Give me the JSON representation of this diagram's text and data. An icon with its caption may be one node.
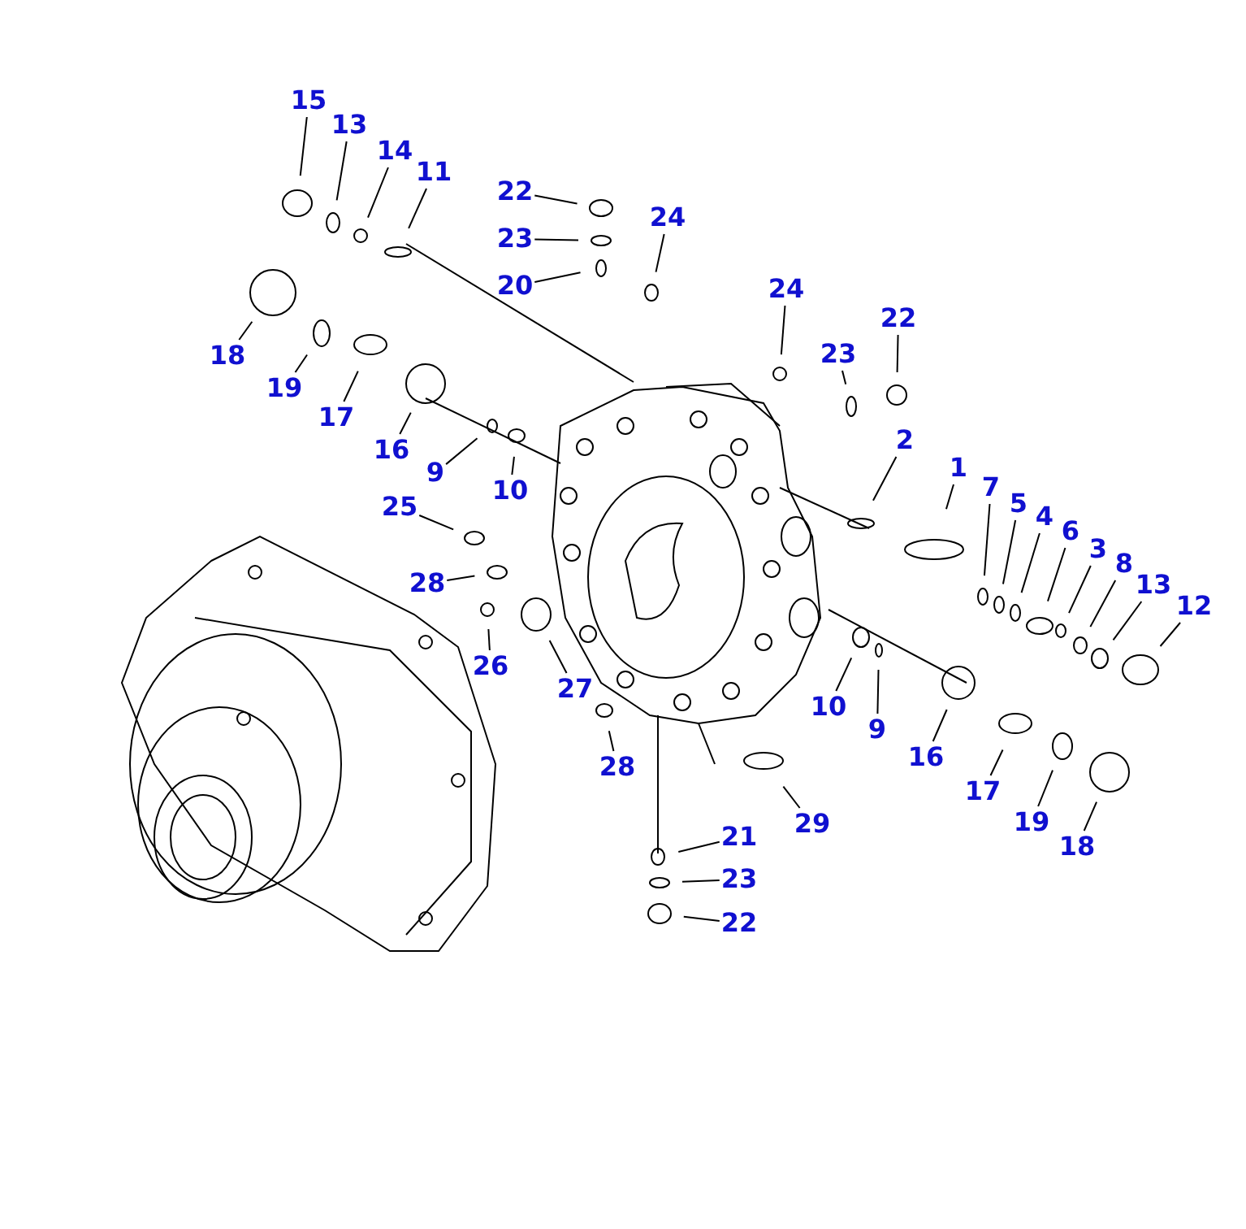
{
  "diagram": {
    "nodes": [
      {
        "text": [
          "15"
        ]
      },
      {
        "text": [
          "13"
        ]
      },
      {
        "text": [
          "14"
        ]
      },
      {
        "text": [
          "11"
        ]
      },
      {
        "text": [
          "22"
        ]
      },
      {
        "text": [
          "23"
        ]
      },
      {
        "text": [
          "24"
        ]
      },
      {
        "text": [
          "20"
        ]
      },
      {
        "text": [
          "24"
        ]
      },
      {
        "text": [
          "22"
        ]
      },
      {
        "text": [
          "23"
        ]
      },
      {
        "text": [
          "18"
        ]
      },
      {
        "text": [
          "19"
        ]
      },
      {
        "text": [
          "17"
        ]
      },
      {
        "text": [
          "16"
        ]
      },
      {
        "text": [
          "9"
        ]
      },
      {
        "text": [
          "10"
        ]
      },
      {
        "text": [
          "2"
        ]
      },
      {
        "text": [
          "1"
        ]
      },
      {
        "text": [
          "7"
        ]
      },
      {
        "text": [
          "5"
        ]
      },
      {
        "text": [
          "4"
        ]
      },
      {
        "text": [
          "6"
        ]
      },
      {
        "text": [
          "3"
        ]
      },
      {
        "text": [
          "8"
        ]
      },
      {
        "text": [
          "13"
        ]
      },
      {
        "text": [
          "12"
        ]
      },
      {
        "text": [
          "25"
        ]
      },
      {
        "text": [
          "28"
        ]
      },
      {
        "text": [
          "26"
        ]
      },
      {
        "text": [
          "27"
        ]
      },
      {
        "text": [
          "10"
        ]
      },
      {
        "text": [
          "9"
        ]
      },
      {
        "text": [
          "16"
        ]
      },
      {
        "text": [
          "28"
        ]
      },
      {
        "text": [
          "17"
        ]
      },
      {
        "text": [
          "19"
        ]
      },
      {
        "text": [
          "18"
        ]
      },
      {
        "text": [
          "29"
        ]
      },
      {
        "text": [
          "21"
        ]
      },
      {
        "text": [
          "23"
        ]
      },
      {
        "text": [
          "22"
        ]
      }
    ],
    "edges": [
      {
        "from": 0,
        "to": null,
        "arrow": "none"
      },
      {
        "from": 1,
        "to": null,
        "arrow": "none"
      },
      {
        "from": 2,
        "to": null,
        "arrow": "none"
      },
      {
        "from": 3,
        "to": null,
        "arrow": "none"
      },
      {
        "from": 4,
        "to": null,
        "arrow": "none"
      },
      {
        "from": 5,
        "to": null,
        "arrow": "none"
      },
      {
        "from": 6,
        "to": null,
        "arrow": "none"
      },
      {
        "from": 7,
        "to": null,
        "arrow": "none"
      },
      {
        "from": 8,
        "to": null,
        "arrow": "none"
      },
      {
        "from": 9,
        "to": null,
        "arrow": "none"
      },
      {
        "from": 10,
        "to": null,
        "arrow": "none"
      },
      {
        "from": 11,
        "to": null,
        "arrow": "none"
      },
      {
        "from": 12,
        "to": null,
        "arrow": "none"
      },
      {
        "from": 13,
        "to": null,
        "arrow": "none"
      },
      {
        "from": 14,
        "to": null,
        "arrow": "none"
      },
      {
        "from": 15,
        "to": null,
        "arrow": "none"
      },
      {
        "from": 16,
        "to": null,
        "arrow": "none"
      },
      {
        "from": 17,
        "to": null,
        "arrow": "none"
      },
      {
        "from": 18,
        "to": null,
        "arrow": "none"
      },
      {
        "from": 19,
        "to": null,
        "arrow": "none"
      },
      {
        "from": 20,
        "to": null,
        "arrow": "none"
      },
      {
        "from": 21,
        "to": null,
        "arrow": "none"
      },
      {
        "from": 22,
        "to": null,
        "arrow": "none"
      },
      {
        "from": 23,
        "to": null,
        "arrow": "none"
      },
      {
        "from": 24,
        "to": null,
        "arrow": "none"
      },
      {
        "from": 25,
        "to": null,
        "arrow": "none"
      },
      {
        "from": 26,
        "to": null,
        "arrow": "none"
      },
      {
        "from": 27,
        "to": null,
        "arrow": "none"
      },
      {
        "from": 28,
        "to": null,
        "arrow": "none"
      },
      {
        "from": 29,
        "to": null,
        "arrow": "none"
      },
      {
        "from": 30,
        "to": null,
        "arrow": "none"
      },
      {
        "from": 31,
        "to": null,
        "arrow": "none"
      },
      {
        "from": 32,
        "to": null,
        "arrow": "none"
      },
      {
        "from": 33,
        "to": null,
        "arrow": "none"
      },
      {
        "from": 34,
        "to": null,
        "arrow": "none"
      },
      {
        "from": 35,
        "to": null,
        "arrow": "none"
      },
      {
        "from": 36,
        "to": null,
        "arrow": "none"
      },
      {
        "from": 37,
        "to": null,
        "arrow": "none"
      },
      {
        "from": 38,
        "to": null,
        "arrow": "none"
      },
      {
        "from": 39,
        "to": null,
        "arrow": "none"
      },
      {
        "from": 40,
        "to": null,
        "arrow": "none"
      },
      {
        "from": 41,
        "to": null,
        "arrow": "none"
      }
    ]
  }
}
